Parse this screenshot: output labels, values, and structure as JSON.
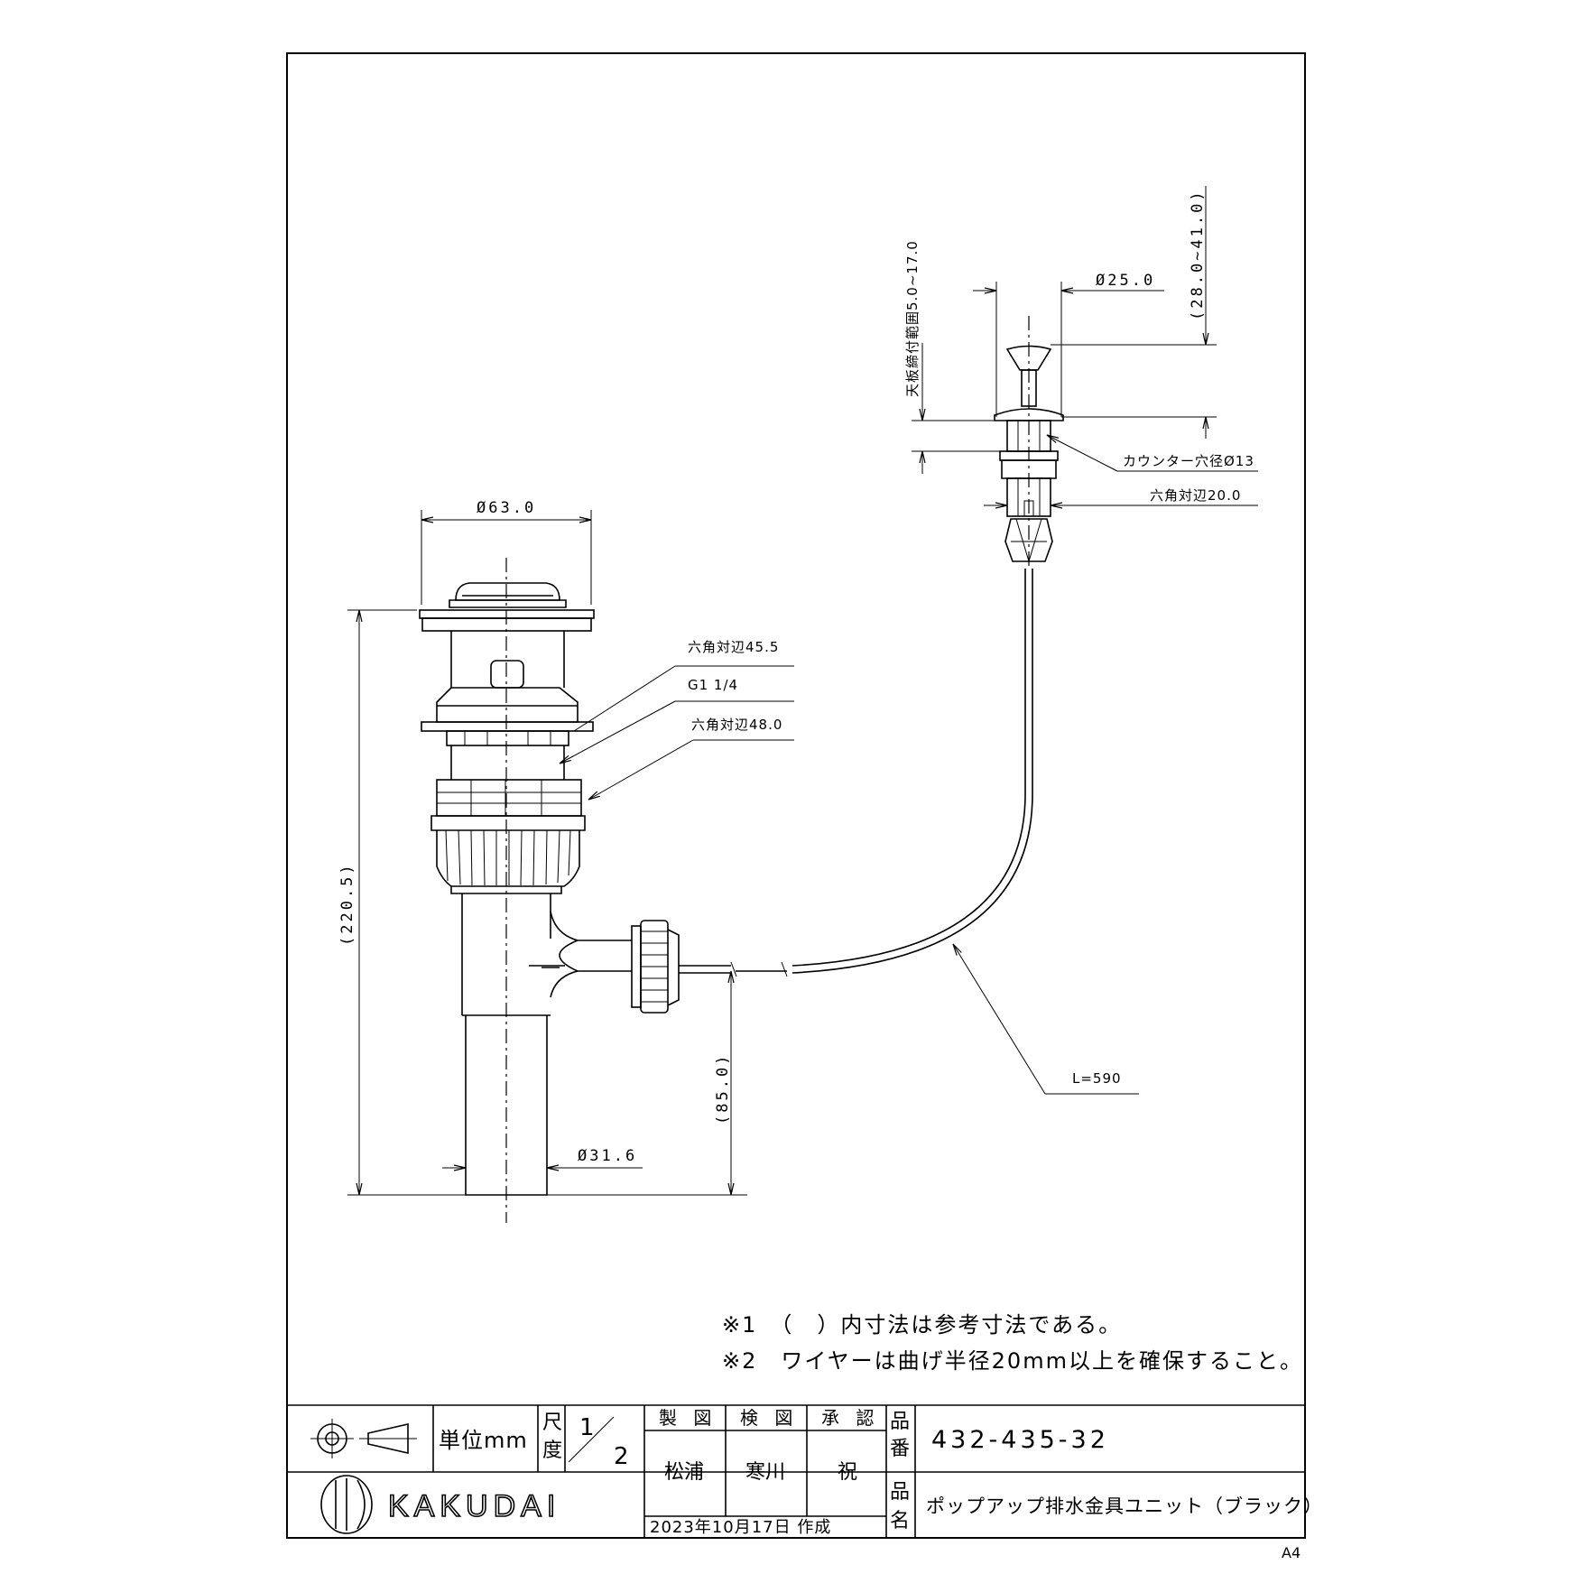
{
  "dimensions": {
    "d63": "Ø63.0",
    "hex45": "六角対辺45.5",
    "g1": "G1 1/4",
    "hex48": "六角対辺48.0",
    "h220": "(220.5)",
    "h85": "(85.0)",
    "d31": "Ø31.6",
    "range": "天板締付範囲5.0~17.0",
    "d25": "Ø25.0",
    "r28": "(28.0~41.0)",
    "counter": "カウンター穴径Ø13",
    "hex20": "六角対辺20.0",
    "wire_len": "L=590"
  },
  "notes": {
    "n1": "※1　（　）内寸法は参考寸法である。",
    "n2": "※2　ワイヤーは曲げ半径20mm以上を確保すること。"
  },
  "title_block": {
    "unit": "単位mm",
    "scale_label_1": "尺",
    "scale_label_2": "度",
    "scale_num": "1",
    "scale_den": "2",
    "drawn_h": "製 図",
    "checked_h": "検 図",
    "approved_h": "承 認",
    "drawn": "松浦",
    "checked": "寒川",
    "approved": "祝",
    "pn_label_1": "品",
    "pn_label_2": "番",
    "part_number": "432-435-32",
    "name_label_1": "品",
    "name_label_2": "名",
    "product_name": "ポップアップ排水金具ユニット（ブラック）",
    "brand": "KAKUDAI",
    "date": "2023年10月17日 作成",
    "sheet": "A4"
  }
}
